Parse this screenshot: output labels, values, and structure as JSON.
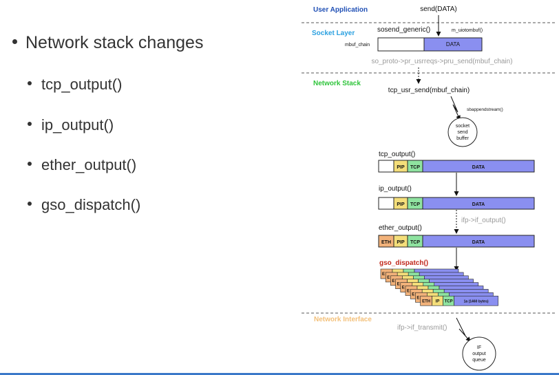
{
  "bullets": {
    "main": "Network stack changes",
    "items": [
      "tcp_output()",
      "ip_output()",
      "ether_output()",
      "gso_dispatch()"
    ]
  },
  "diagram": {
    "layers": {
      "user_app": "User Application",
      "socket": "Socket Layer",
      "network_stack": "Network Stack",
      "network_interface": "Network Interface"
    },
    "layer_colors": {
      "user_app": "#1f4fb5",
      "socket": "#2aa0e0",
      "network_stack": "#2ec43a",
      "network_interface": "#f3c07a"
    },
    "calls": {
      "send": "send(DATA)",
      "sosend": "sosend_generic()",
      "uiotombuf": "m_uiotombuf()",
      "mbuf_chain": "mbuf_chain",
      "pru_send": "so_proto->pr_usrreqs->pru_send(mbuf_chain)",
      "tcp_usr_send": "tcp_usr_send(mbuf_chain)",
      "sbappend": "sbappendstream()",
      "sock_buf": [
        "socket",
        "send",
        "buffer"
      ],
      "tcp_output": "tcp_output()",
      "ip_output": "ip_output()",
      "if_output": "ifp->if_output()",
      "ether_output": "ether_output()",
      "gso_dispatch": "gso_dispatch()",
      "if_transmit": "ifp->if_transmit()",
      "if_queue": [
        "IF",
        "output",
        "queue"
      ]
    },
    "segments": {
      "data": "DATA",
      "pip": "PIP",
      "tcp": "TCP",
      "eth": "ETH",
      "ip": "IP",
      "eth_stub": "E",
      "seg_payload": "1a (1460 bytes)"
    },
    "colors": {
      "data": "#8a8ff0",
      "pip": "#f4de7a",
      "tcp": "#8fe3a0",
      "eth": "#f2b27a",
      "gso": "#c0271b"
    }
  }
}
